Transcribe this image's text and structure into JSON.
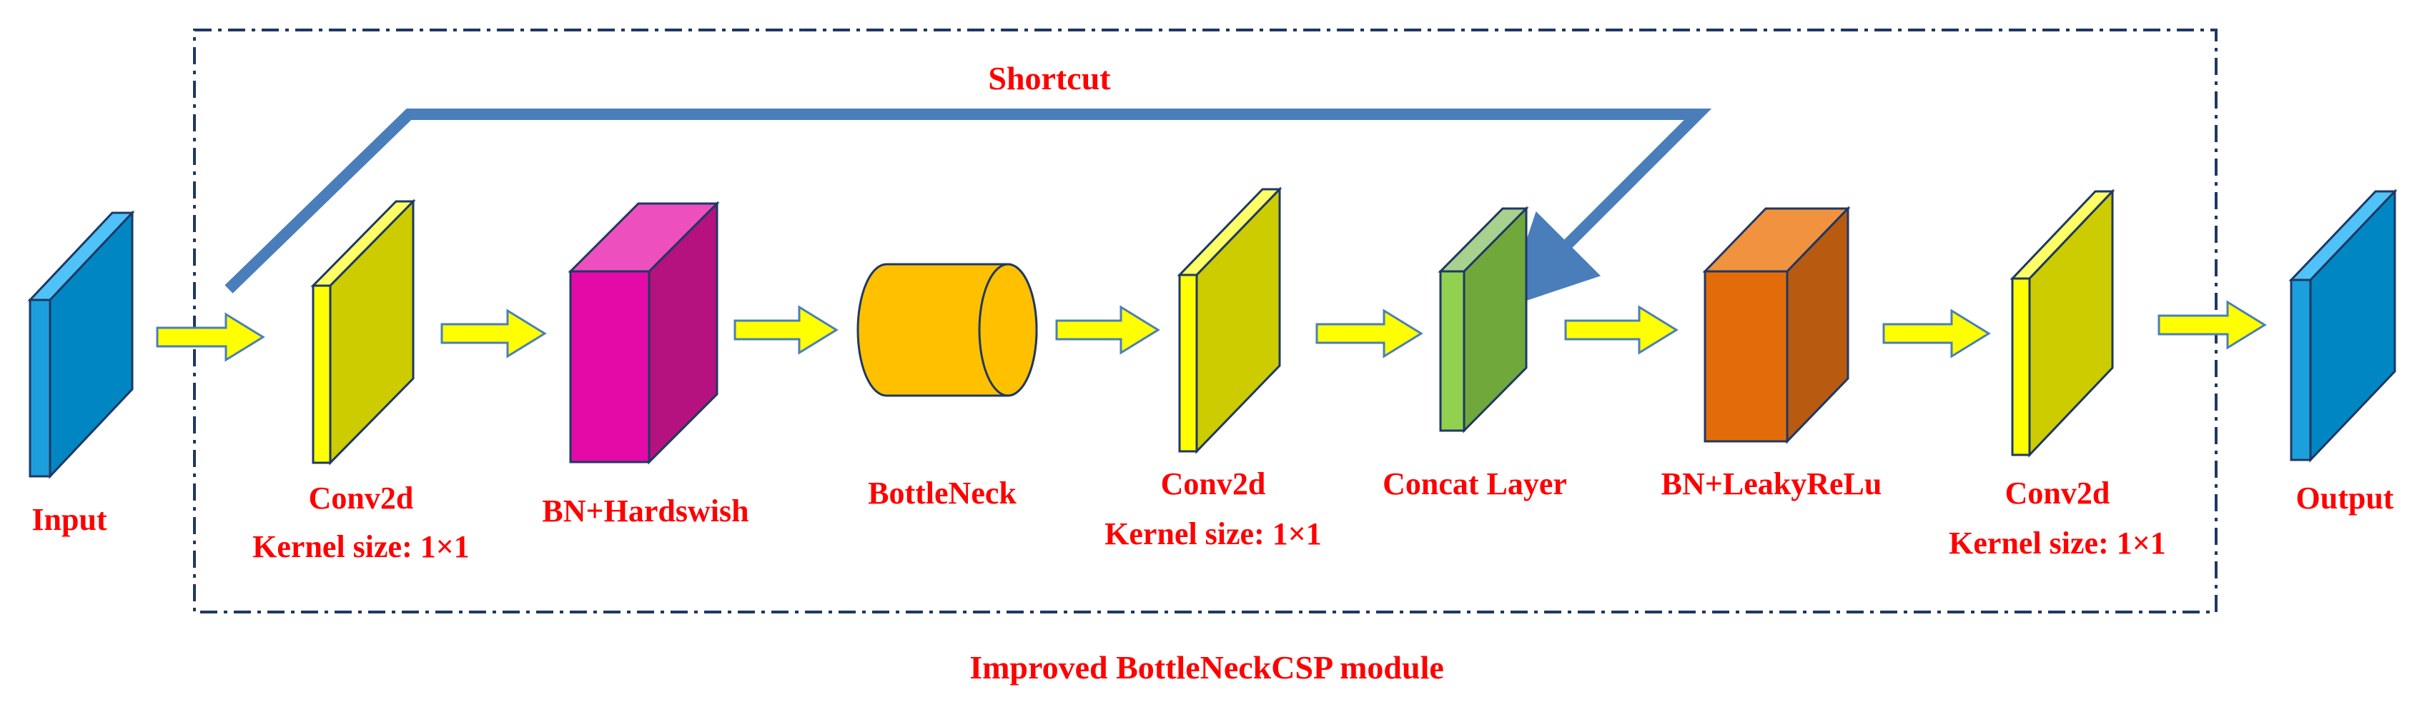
{
  "diagram": {
    "module_caption": "Improved BottleNeckCSP module",
    "shortcut_label": "Shortcut",
    "input_label": "Input",
    "output_label": "Output",
    "conv1_label": "Conv2d",
    "conv1_kernel": "Kernel size: 1×1",
    "bn_hardswish_label": "BN+Hardswish",
    "bottleneck_label": "BottleNeck",
    "conv2_label": "Conv2d",
    "conv2_kernel": "Kernel size: 1×1",
    "concat_label": "Concat Layer",
    "bn_leaky_label": "BN+LeakyReLu",
    "conv3_label": "Conv2d",
    "conv3_kernel": "Kernel size: 1×1"
  },
  "colors": {
    "label_red": "#ff0000",
    "arrow_yellow": "#ffff00",
    "shortcut_blue": "#4a7ebb",
    "border_dark": "#1f3864",
    "tensor_blue": "#0087c3",
    "conv_yellow": "#cccc00",
    "hardswish_magenta": "#e40aa8",
    "bottleneck_orange": "#ffc000",
    "concat_green": "#70a83c",
    "leaky_orange": "#e36c0a"
  }
}
